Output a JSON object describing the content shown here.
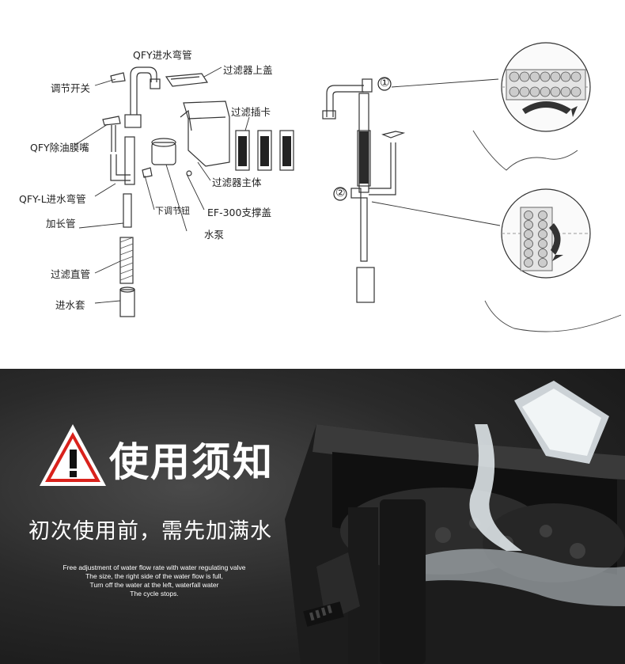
{
  "diagram": {
    "labels": {
      "inlet_elbow": "QFY进水弯管",
      "regulator_switch": "调节开关",
      "filter_top_cover": "过滤器上盖",
      "filter_cartridge": "过滤插卡",
      "oil_film_nozzle": "QFY除油膜嘴",
      "filter_body": "过滤器主体",
      "l_inlet_elbow": "QFY-L进水弯管",
      "lower_knob": "下调节钮",
      "support_cover": "EF-300支撑盖",
      "extension_pipe": "加长管",
      "water_pump": "水泵",
      "filter_straight_pipe": "过滤直管",
      "inlet_sleeve": "进水套"
    },
    "markers": [
      "①",
      "②"
    ]
  },
  "notice": {
    "title": "使用须知",
    "warning_icon": "warning-triangle-icon",
    "subtitle": "初次使用前，需先加满水",
    "english_lines": [
      "Free adjustment of water flow rate with water regulating valve",
      "The size, the right side of the water flow is full,",
      "Turn off the water at the left, waterfall water",
      "The cycle stops."
    ],
    "colors": {
      "warning_red": "#d9221c",
      "text": "#ffffff",
      "bg": "#2a2a2a"
    }
  }
}
